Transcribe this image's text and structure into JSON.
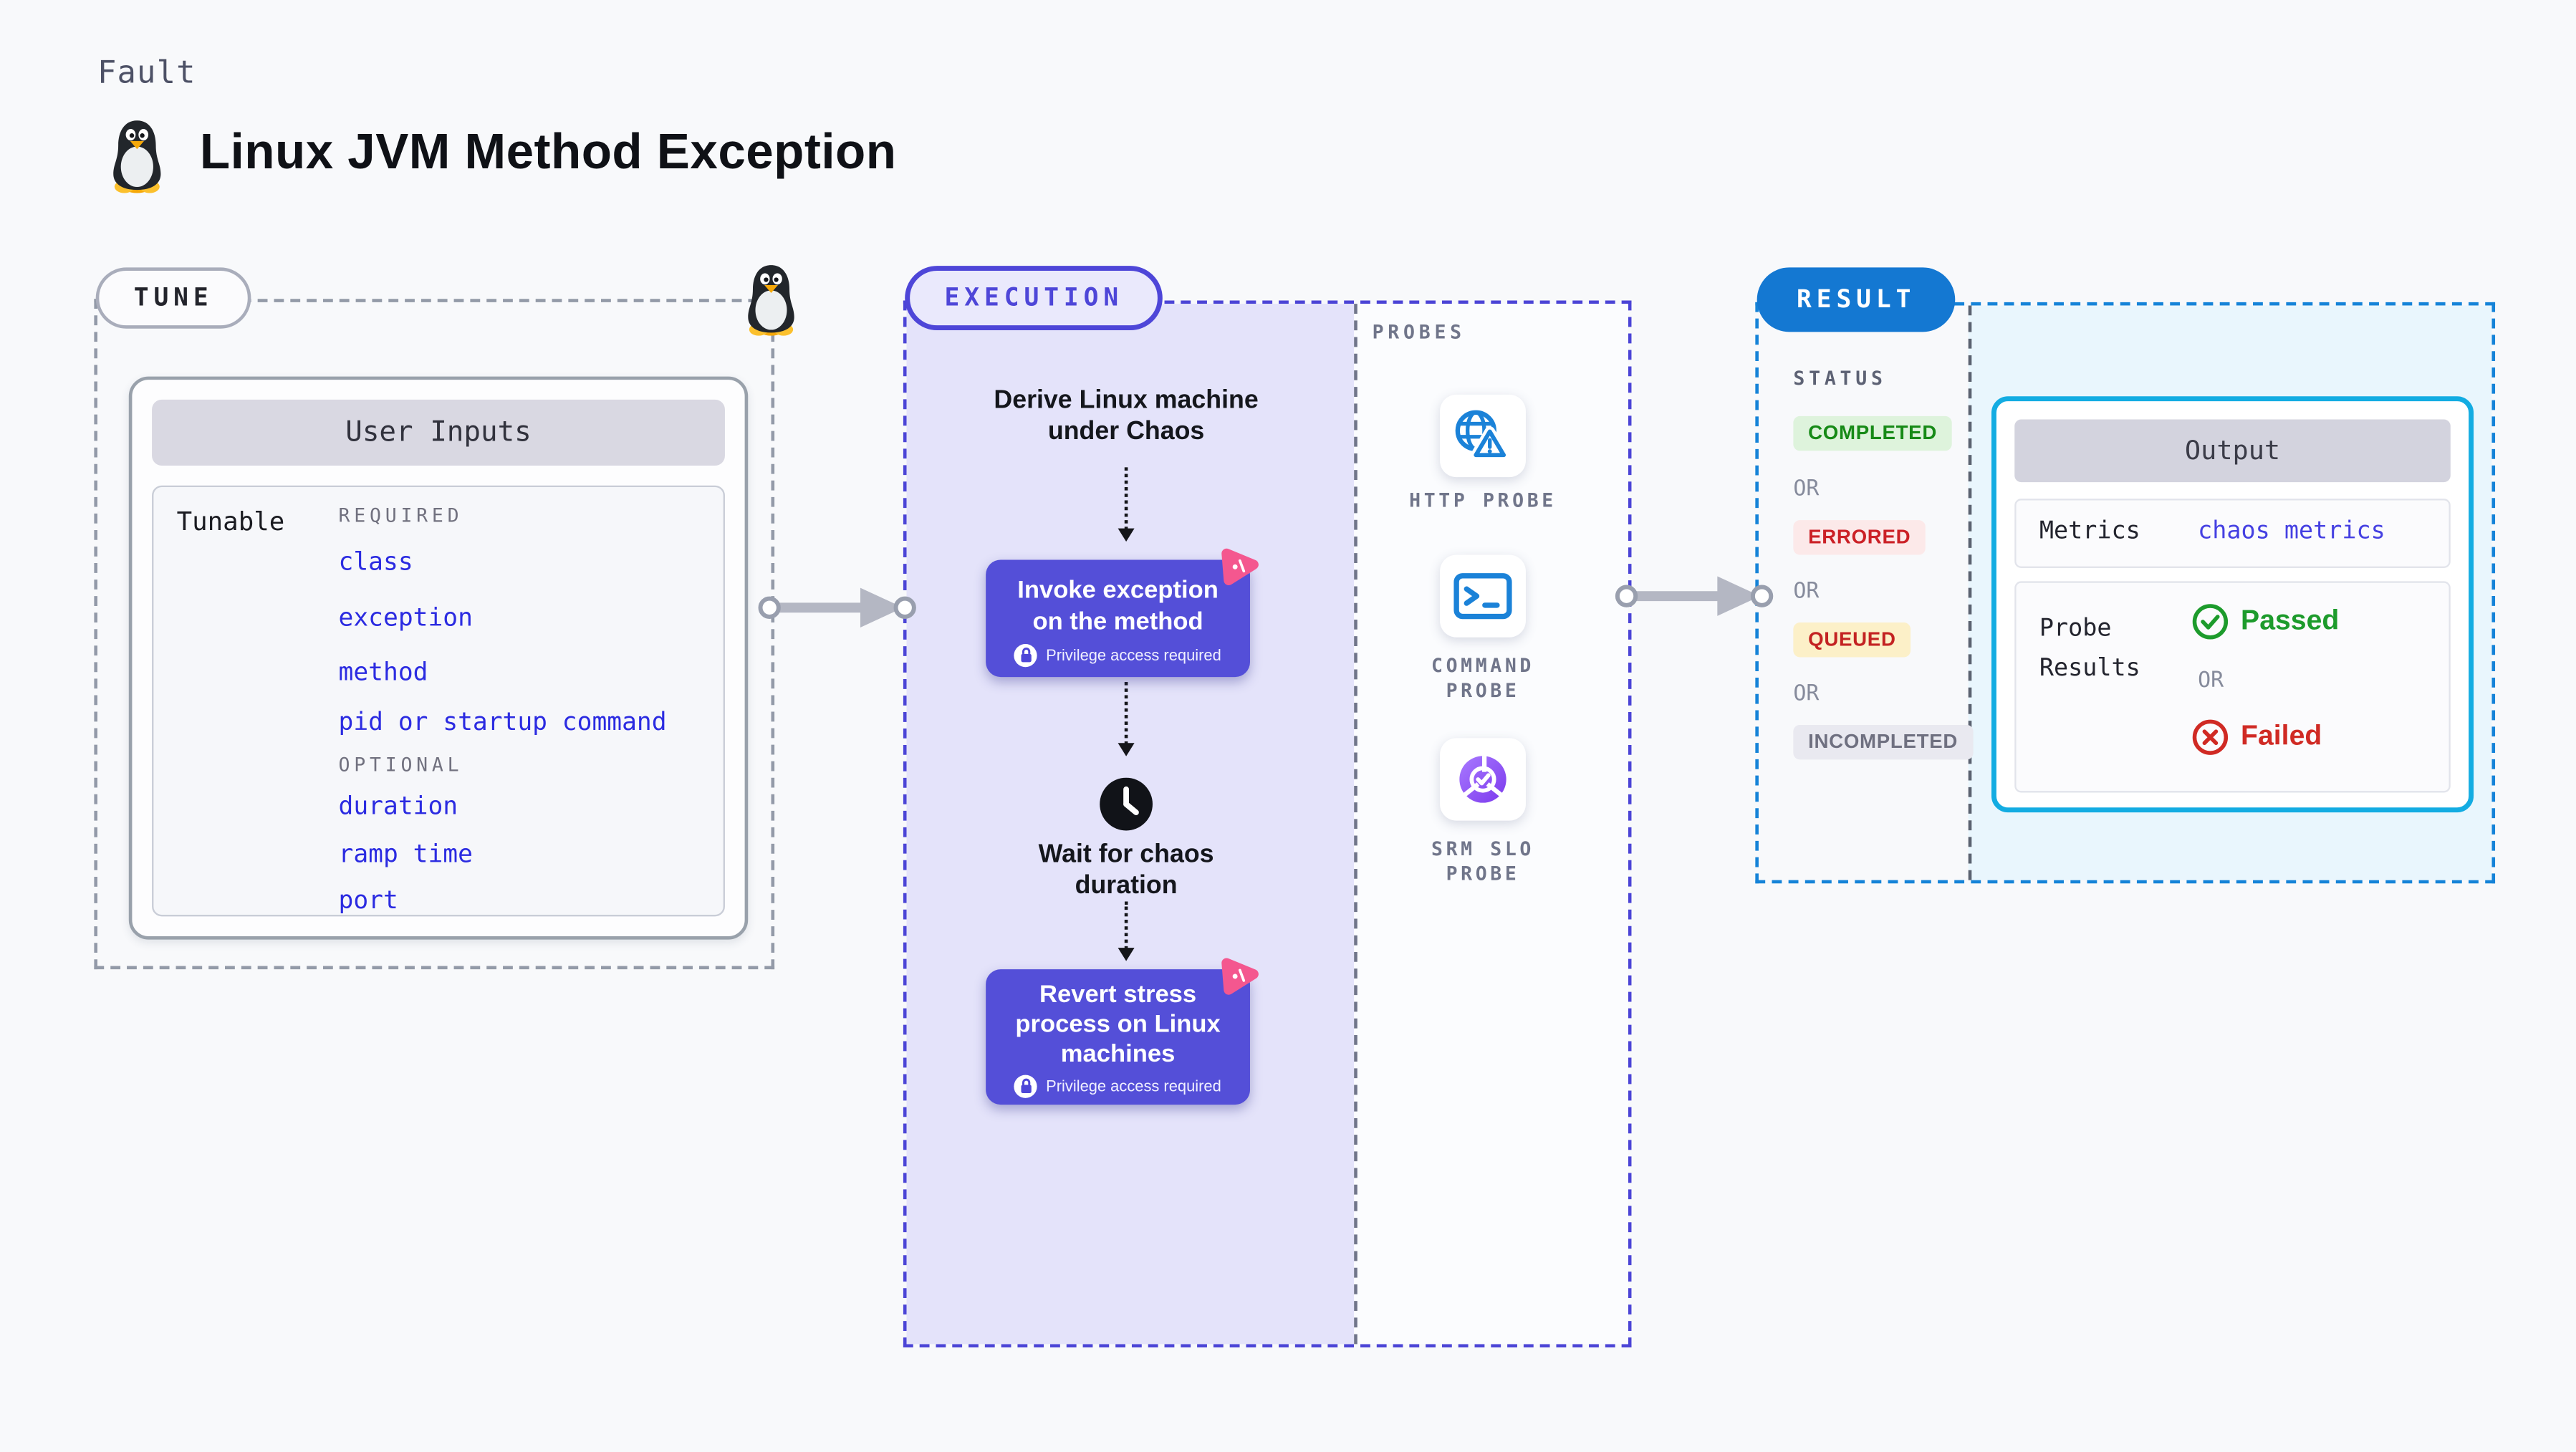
{
  "header": {
    "kicker": "Fault",
    "title": "Linux JVM Method Exception"
  },
  "tune": {
    "label": "TUNE",
    "card_title": "User Inputs",
    "row_label": "Tunable",
    "required_label": "REQUIRED",
    "required_items": [
      "class",
      "exception",
      "method",
      "pid or startup command"
    ],
    "optional_label": "OPTIONAL",
    "optional_items": [
      "duration",
      "ramp time",
      "port"
    ]
  },
  "execution": {
    "label": "EXECUTION",
    "step_derive": "Derive Linux machine under Chaos",
    "action_invoke": {
      "title": "Invoke exception on the method",
      "badge": "Privilege access required"
    },
    "step_wait": "Wait for chaos duration",
    "action_revert": {
      "title": "Revert stress process on Linux machines",
      "badge": "Privilege access required"
    }
  },
  "probes": {
    "label": "PROBES",
    "items": [
      {
        "name": "HTTP PROBE",
        "icon": "globe-alert-icon"
      },
      {
        "name": "COMMAND PROBE",
        "icon": "terminal-icon"
      },
      {
        "name": "SRM SLO PROBE",
        "icon": "slo-pie-check-icon"
      }
    ]
  },
  "result": {
    "label": "RESULT",
    "status_label": "STATUS",
    "or_label": "OR",
    "statuses": [
      {
        "text": "COMPLETED",
        "type": "success"
      },
      {
        "text": "ERRORED",
        "type": "error"
      },
      {
        "text": "QUEUED",
        "type": "warning"
      },
      {
        "text": "INCOMPLETED",
        "type": "neutral"
      }
    ],
    "output": {
      "title": "Output",
      "metrics_label": "Metrics",
      "metrics_value": "chaos metrics",
      "probe_label": "Probe Results",
      "passed": "Passed",
      "failed": "Failed"
    }
  },
  "colors": {
    "accent_indigo": "#4b44d6",
    "accent_azure": "#1478d2",
    "accent_cyan": "#13ace2",
    "accent_pink": "#f4578f",
    "action_blue": "#544fd8",
    "link_blue": "#2b2be1",
    "success_green": "#178a17",
    "error_red": "#cb2026",
    "warning_text": "#c32222",
    "probe_icon_blue": "#1b82d8",
    "slo_purple": "#7c3aed"
  }
}
